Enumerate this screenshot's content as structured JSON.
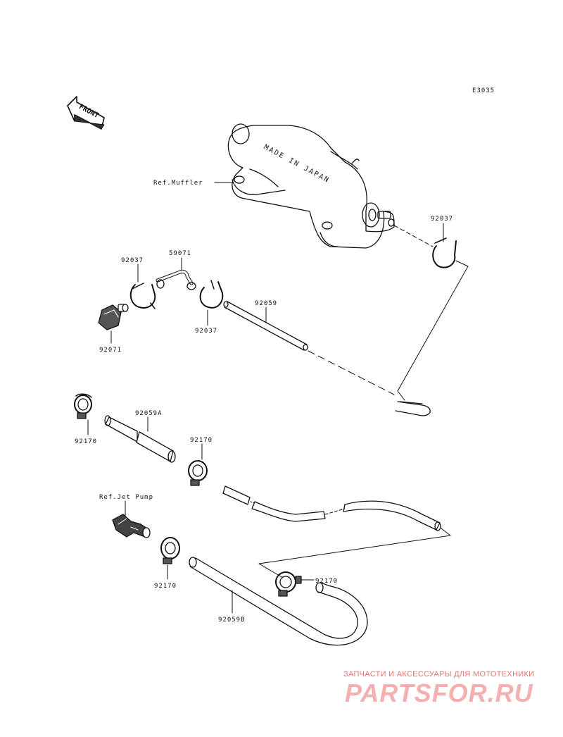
{
  "diagram_id": "E3035",
  "front_label": "FRONT",
  "muffler_stamp": "MADE IN JAPAN",
  "labels": {
    "ref_muffler": "Ref.Muffler",
    "clamp_top_right": "92037",
    "clamp_left": "92037",
    "fitting_59071": "59071",
    "clamp_mid": "92037",
    "hose_92059": "92059",
    "plug_92071": "92071",
    "clamp_92170_a": "92170",
    "hose_92059a": "92059A",
    "clamp_92170_b": "92170",
    "ref_jet_pump": "Ref.Jet Pump",
    "clamp_92170_c": "92170",
    "clamp_92170_d": "92170",
    "hose_92059b": "92059B"
  },
  "watermark": {
    "tagline": "ЗАПЧАСТИ И АКСЕССУАРЫ ДЛЯ МОТОТЕХНИКИ",
    "logo": "PARTSFOR.RU"
  }
}
